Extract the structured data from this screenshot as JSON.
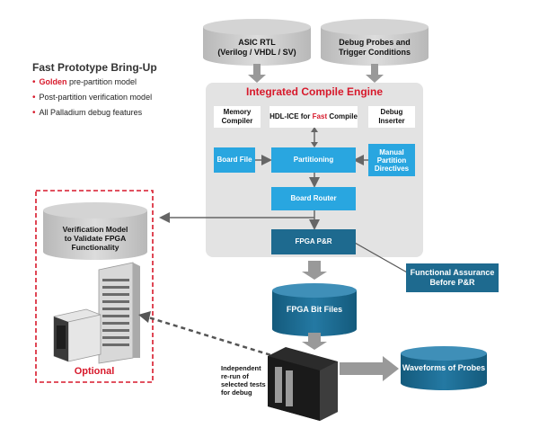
{
  "inputs": {
    "asic_rtl_line1": "ASIC RTL",
    "asic_rtl_line2": "(Verilog / VHDL / SV)",
    "debug_probes_line1": "Debug Probes and",
    "debug_probes_line2": "Trigger Conditions"
  },
  "sidebar": {
    "title": "Fast Prototype Bring-Up",
    "bullets": [
      {
        "highlight": "Golden",
        "text": " pre-partition model"
      },
      {
        "highlight": "",
        "text": "Post-partition verification model"
      },
      {
        "highlight": "",
        "text": "All Palladium debug features"
      }
    ]
  },
  "engine": {
    "title": "Integrated Compile Engine",
    "memory_compiler_1": "Memory",
    "memory_compiler_2": "Compiler",
    "hdl_ice_prefix": "HDL-ICE for ",
    "hdl_ice_highlight": "Fast",
    "hdl_ice_suffix": " Compile",
    "debug_inserter_1": "Debug",
    "debug_inserter_2": "Inserter",
    "board_file": "Board File",
    "partitioning": "Partitioning",
    "manual_partition_1": "Manual",
    "manual_partition_2": "Partition",
    "manual_partition_3": "Directives",
    "board_router": "Board Router",
    "fpga_pr": "FPGA P&R"
  },
  "functional_assurance_1": "Functional Assurance",
  "functional_assurance_2": "Before P&R",
  "verification_model_1": "Verification Model",
  "verification_model_2": "to Validate FPGA",
  "verification_model_3": "Functionality",
  "optional_label": "Optional",
  "fpga_bit_files": "FPGA Bit Files",
  "waveforms": "Waveforms of Probes",
  "rerun_1": "Independent",
  "rerun_2": "re-run of",
  "rerun_3": "selected tests",
  "rerun_4": "for debug",
  "colors": {
    "accent_red": "#d7192b",
    "blue": "#29a6e0",
    "dark_blue": "#1e6a8f",
    "engine_bg": "#e3e3e3",
    "cylinder_gray": "#c9c9c9"
  }
}
